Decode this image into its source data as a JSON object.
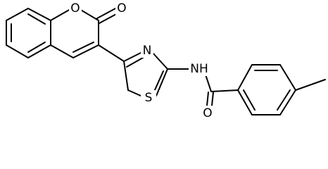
{
  "structure": {
    "atoms": {
      "O_ring": "O",
      "O_lactone_carbonyl": "O",
      "N_thiazole": "N",
      "S_thiazole": "S",
      "NH_amide": "NH",
      "O_amide": "O"
    }
  }
}
